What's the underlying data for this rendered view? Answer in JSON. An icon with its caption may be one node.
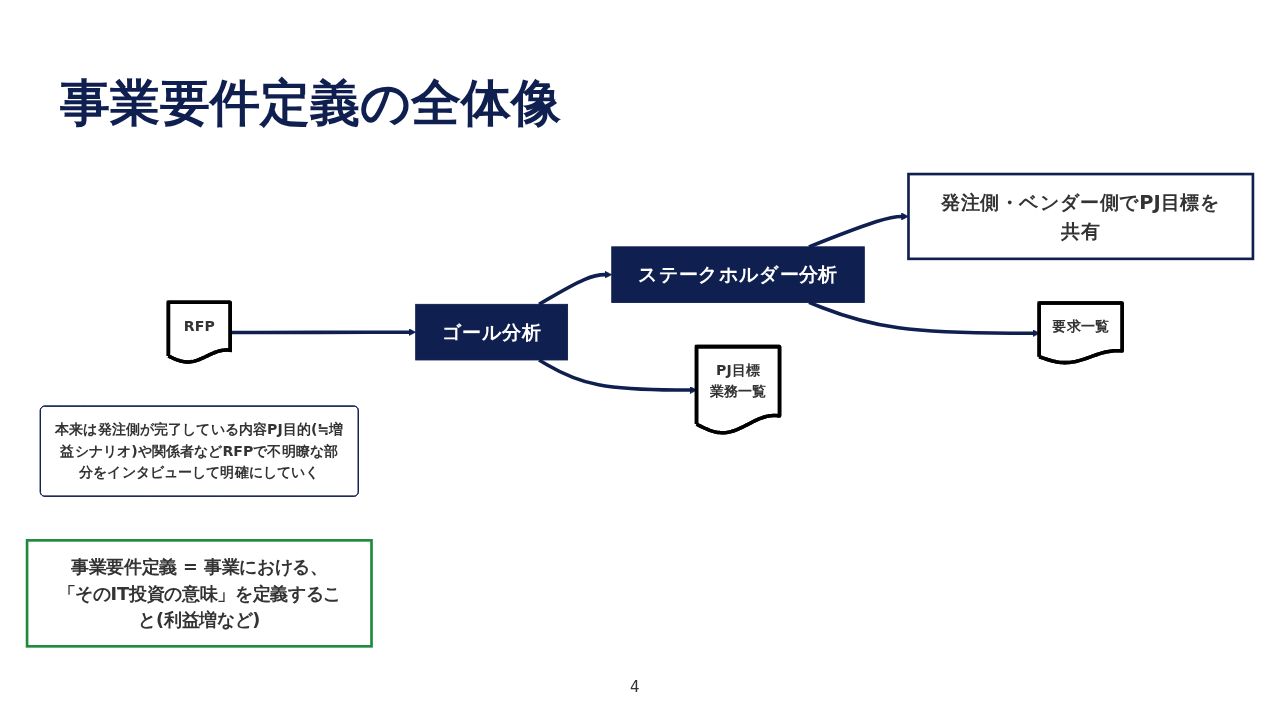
{
  "diagram": {
    "title": "事業要件定義の全体像",
    "nodes": [
      {
        "text": [
          "RFP"
        ]
      },
      {
        "text": [
          "ゴール分析"
        ]
      },
      {
        "text": [
          "ステークホルダー分析"
        ]
      },
      {
        "text": [
          "発注側・ベンダー側でPJ目標を共有"
        ]
      },
      {
        "text": [
          "PJ目標",
          "業務一覧"
        ]
      },
      {
        "text": [
          "要求一覧"
        ]
      },
      {
        "text": [
          "本来は発注側が完了している内容PJ目的(≒増益シナリオ)や関係者などRFPで不明瞭な部分をインタビューして明確にしていく"
        ]
      },
      {
        "text": [
          "事業要件定義 = 事業における、「そのIT投資の意味」を定義すること(利益増など)"
        ]
      }
    ],
    "edges": [
      {
        "from": 0,
        "to": 1,
        "arrow": "to"
      },
      {
        "from": 1,
        "to": 2,
        "arrow": "to"
      },
      {
        "from": 2,
        "to": 3,
        "arrow": "to"
      },
      {
        "from": 1,
        "to": 4,
        "arrow": "to"
      },
      {
        "from": 2,
        "to": 5,
        "arrow": "to"
      }
    ],
    "labels": [
      "4"
    ]
  }
}
